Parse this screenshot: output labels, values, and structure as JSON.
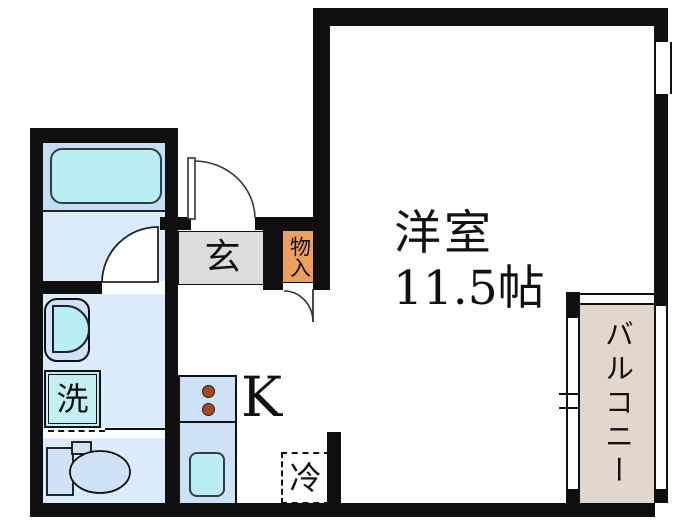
{
  "floorplan": {
    "main_room": {
      "name": "洋室",
      "size": "11.5帖"
    },
    "kitchen_label": "K",
    "entrance_label": "玄",
    "storage_label": "物入",
    "refrigerator_label": "冷",
    "washing_machine_label": "洗",
    "balcony_label": "バルコニー"
  },
  "colors": {
    "wall": "#0f0f0f",
    "wet_area_floor": "#dcebfa",
    "tub_deck": "#c6dcf4",
    "fixture_cyan": "#b9eef4",
    "fixture_light_blue": "#cfe2f8",
    "entrance_gray": "#dcdcdc",
    "storage_orange": "#ee9f5e",
    "balcony_beige": "#e3d6cc",
    "kitchen_counter": "#cde2f6",
    "burner_brown": "#a34b1f"
  }
}
